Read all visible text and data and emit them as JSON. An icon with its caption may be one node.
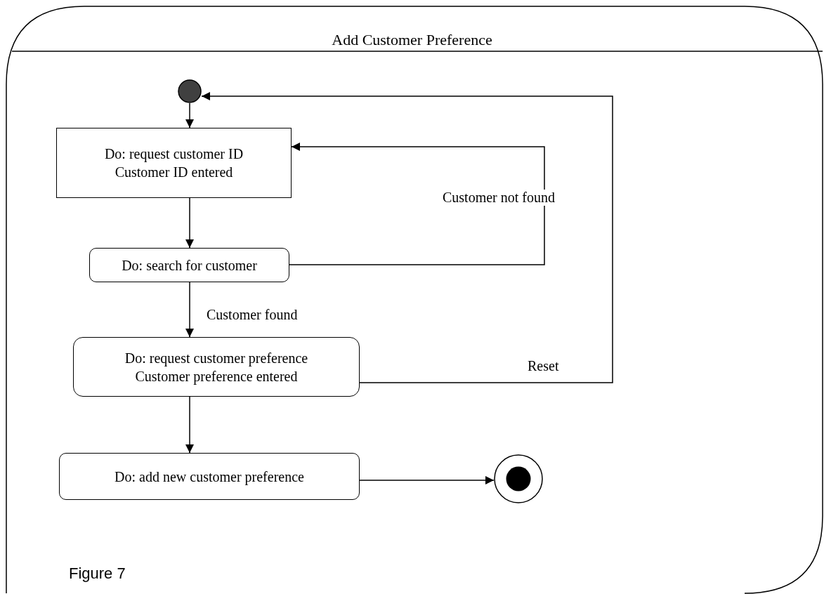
{
  "diagram": {
    "caption": "Figure 7",
    "nodes": [
      {
        "text": [
          "Add Customer Preference"
        ]
      },
      {
        "text": [],
        "shape": "circle",
        "in": 0
      },
      {
        "text": [
          "Do: request customer ID",
          "Customer ID entered"
        ],
        "in": 0
      },
      {
        "text": [
          "Do: search for customer"
        ],
        "in": 0
      },
      {
        "text": [
          "Do: request customer preference",
          "Customer preference entered"
        ],
        "in": 0
      },
      {
        "text": [
          "Do: add new customer preference"
        ],
        "in": 0
      },
      {
        "text": [],
        "shape": "circle",
        "in": 0
      }
    ],
    "edges": [
      {
        "from": 1,
        "to": 2,
        "arrow": "to"
      },
      {
        "from": 2,
        "to": 3,
        "arrow": "to"
      },
      {
        "from": 3,
        "to": 4,
        "arrow": "to",
        "label": "Customer found"
      },
      {
        "from": 4,
        "to": 5,
        "arrow": "to"
      },
      {
        "from": 5,
        "to": 6,
        "arrow": "to"
      },
      {
        "from": 3,
        "to": 2,
        "arrow": "to",
        "label": "Customer not found"
      },
      {
        "from": 4,
        "to": 1,
        "arrow": "to",
        "label": "Reset"
      }
    ]
  }
}
